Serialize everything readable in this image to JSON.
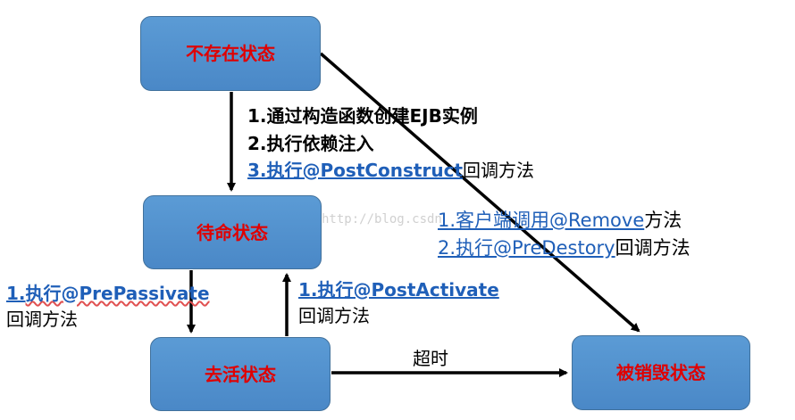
{
  "states": {
    "nonexistent": "不存在状态",
    "ready": "待命状态",
    "passivated": "去活状态",
    "destroyed": "被销毁状态"
  },
  "transitions": {
    "create": {
      "step1": "1.通过构造函数创建EJB实例",
      "step2": "2.执行依赖注入",
      "step3_prefix": "3.执行@PostConstruct",
      "step3_suffix": "回调方法"
    },
    "destroy": {
      "step1_link": "1.客户端调用@Remove",
      "step1_suffix": "方法",
      "step2_link": "2.执行@PreDestory",
      "step2_suffix": "回调方法"
    },
    "passivate": {
      "line1_num": "1.",
      "line1_text": "执行@PrePassivate",
      "line2": "回调方法"
    },
    "activate": {
      "line1": "1.执行@PostActivate",
      "line2": "回调方法"
    },
    "timeout": "超时"
  },
  "watermark": "http://blog.csdn",
  "colors": {
    "box_fill": "#5b9bd5",
    "box_border": "#41719c",
    "state_text": "#e00000",
    "link_text": "#1f5fb8"
  }
}
